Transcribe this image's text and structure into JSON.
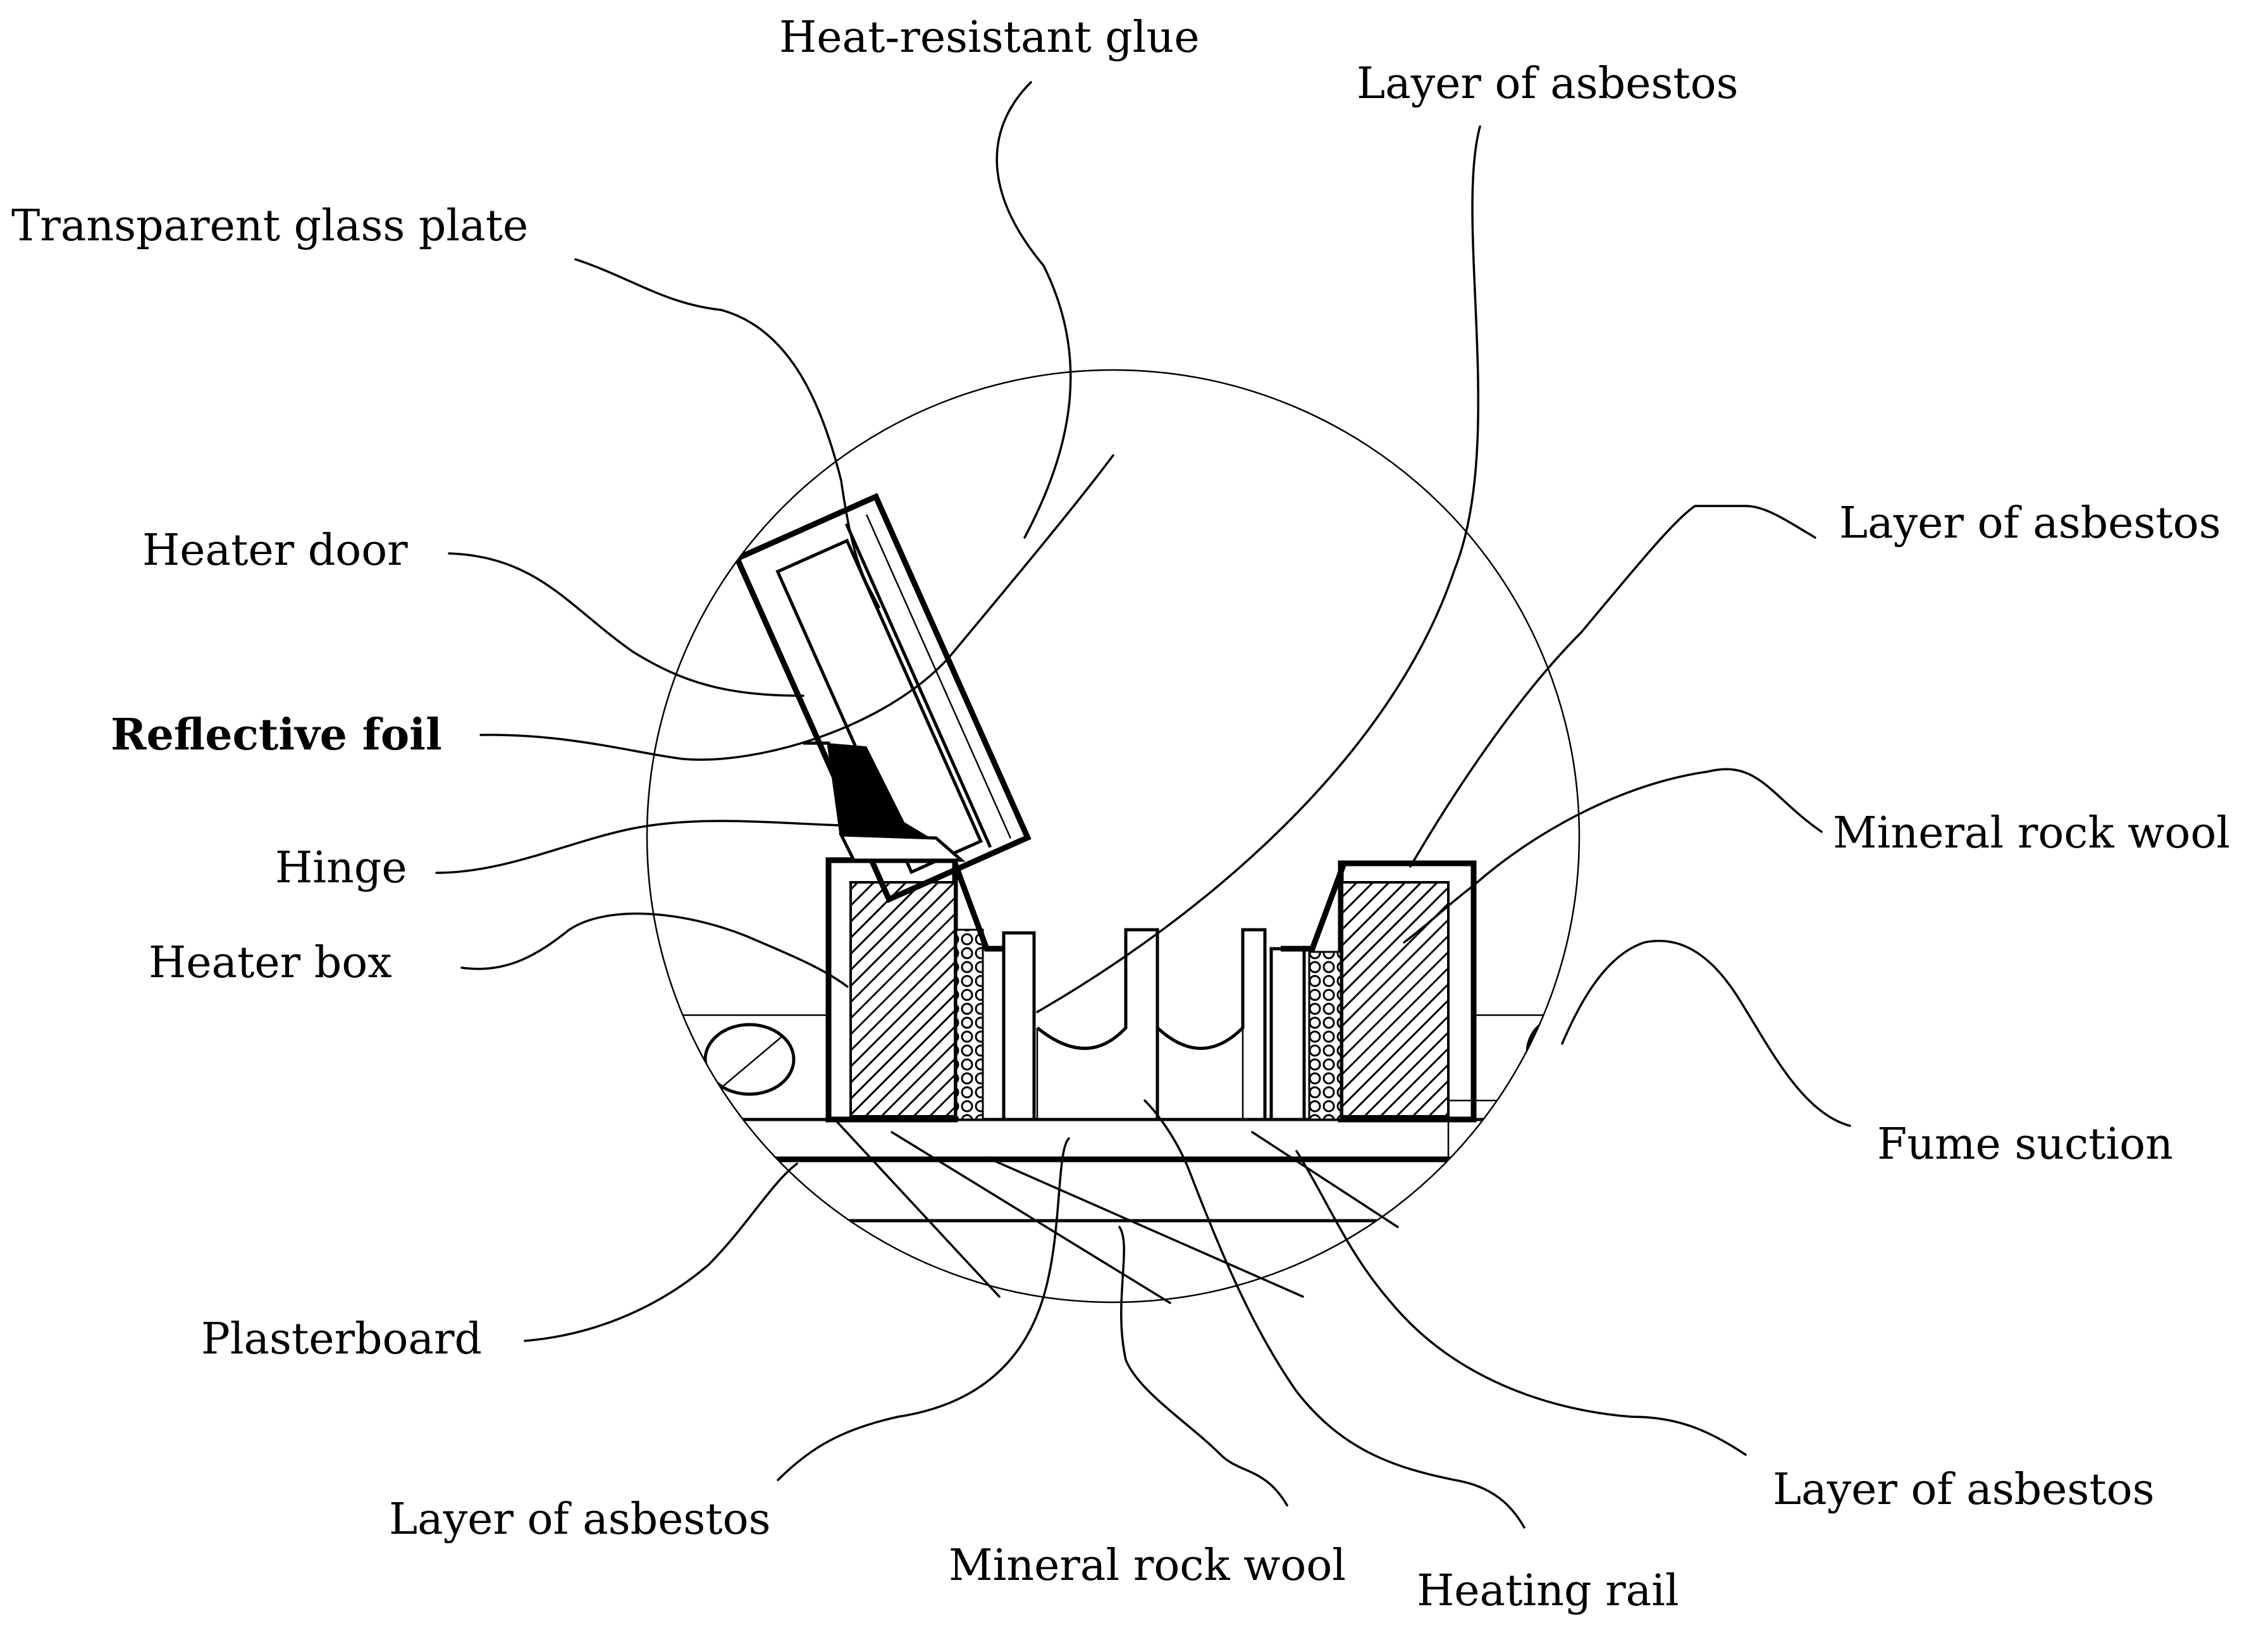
{
  "labels": {
    "heat_resistant_glue": "Heat-resistant glue",
    "layer_of_asbestos_top": "Layer of asbestos",
    "transparent_glass_plate": "Transparent glass plate",
    "heater_door": "Heater door",
    "layer_of_asbestos_right": "Layer of asbestos",
    "reflective_foil": "Reflective foil",
    "mineral_rock_wool_right": "Mineral rock wool",
    "hinge": "Hinge",
    "heater_box": "Heater box",
    "fume_suction": "Fume suction",
    "plasterboard": "Plasterboard",
    "layer_of_asbestos_bottom_right": "Layer of asbestos",
    "layer_of_asbestos_bottom_left": "Layer of asbestos",
    "mineral_rock_wool_bottom": "Mineral rock wool",
    "heating_rail": "Heating rail"
  }
}
